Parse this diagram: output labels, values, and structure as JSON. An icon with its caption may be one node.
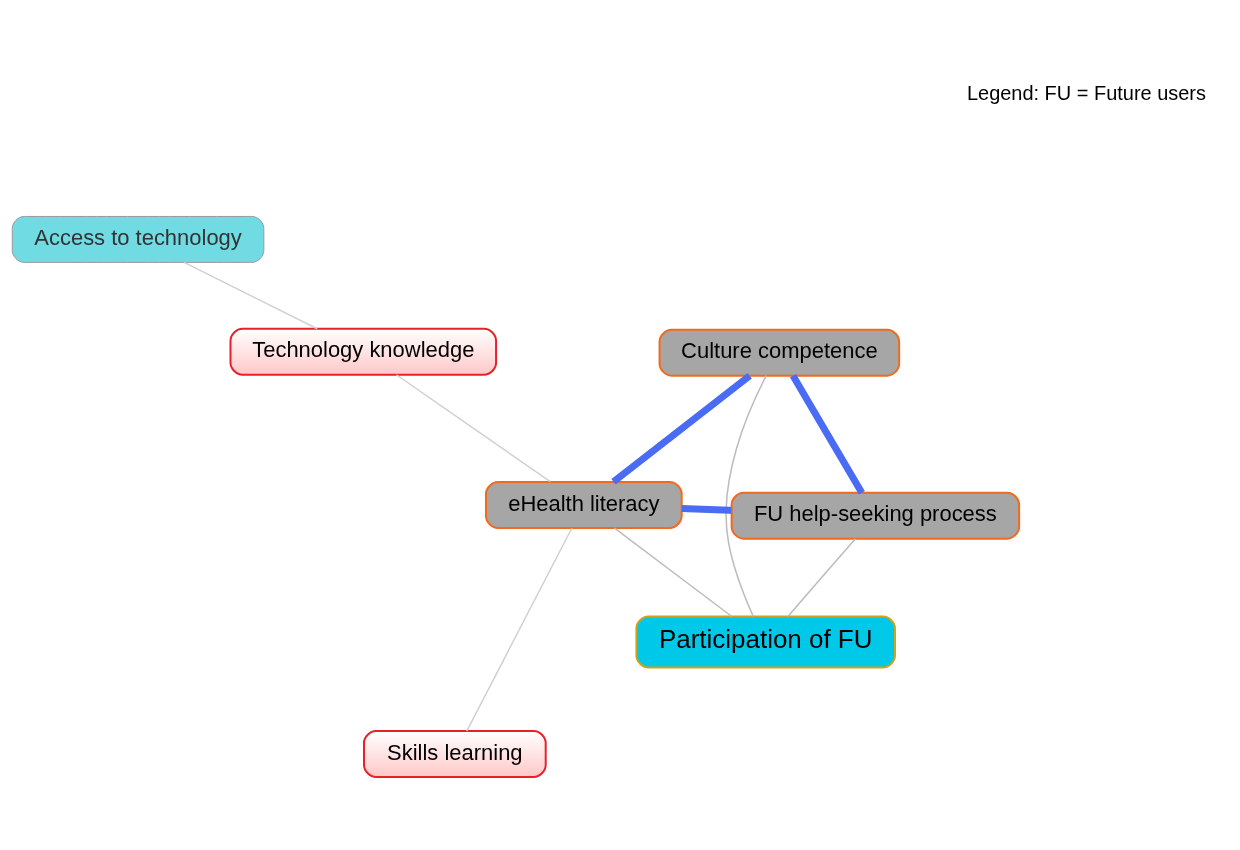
{
  "diagram": {
    "nodes": [
      {
        "text": [
          "Participation of FU"
        ]
      },
      {
        "text": [
          "FU help-seeking process"
        ]
      },
      {
        "text": [
          "Skills learning"
        ]
      },
      {
        "text": [
          "eHealth literacy"
        ]
      },
      {
        "text": [
          "Culture competence"
        ]
      },
      {
        "text": [
          "Technology knowledge"
        ]
      },
      {
        "text": [
          "Access to technology"
        ]
      }
    ],
    "edges": [
      {
        "from": 0,
        "to": 1,
        "arrow": "none",
        "color": "#bbbbbb"
      },
      {
        "from": 0,
        "to": 3,
        "arrow": "none",
        "color": "#bbbbbb"
      },
      {
        "from": 0,
        "to": 4,
        "arrow": "none",
        "color": "#bbbbbb"
      },
      {
        "from": 1,
        "to": 3,
        "arrow": "none",
        "style": "thick",
        "color": "#4a6cf5"
      },
      {
        "from": 1,
        "to": 4,
        "arrow": "none",
        "style": "thick",
        "color": "#4a6cf5"
      },
      {
        "from": 3,
        "to": 4,
        "arrow": "none",
        "style": "thick",
        "color": "#4a6cf5"
      },
      {
        "from": 2,
        "to": 3,
        "arrow": "none",
        "color": "#d0d0d0"
      },
      {
        "from": 3,
        "to": 5,
        "arrow": "none",
        "color": "#d0d0d0"
      },
      {
        "from": 5,
        "to": 6,
        "arrow": "none",
        "color": "#d0d0d0"
      }
    ],
    "labels": [
      "Legend: FU = Future users"
    ]
  }
}
